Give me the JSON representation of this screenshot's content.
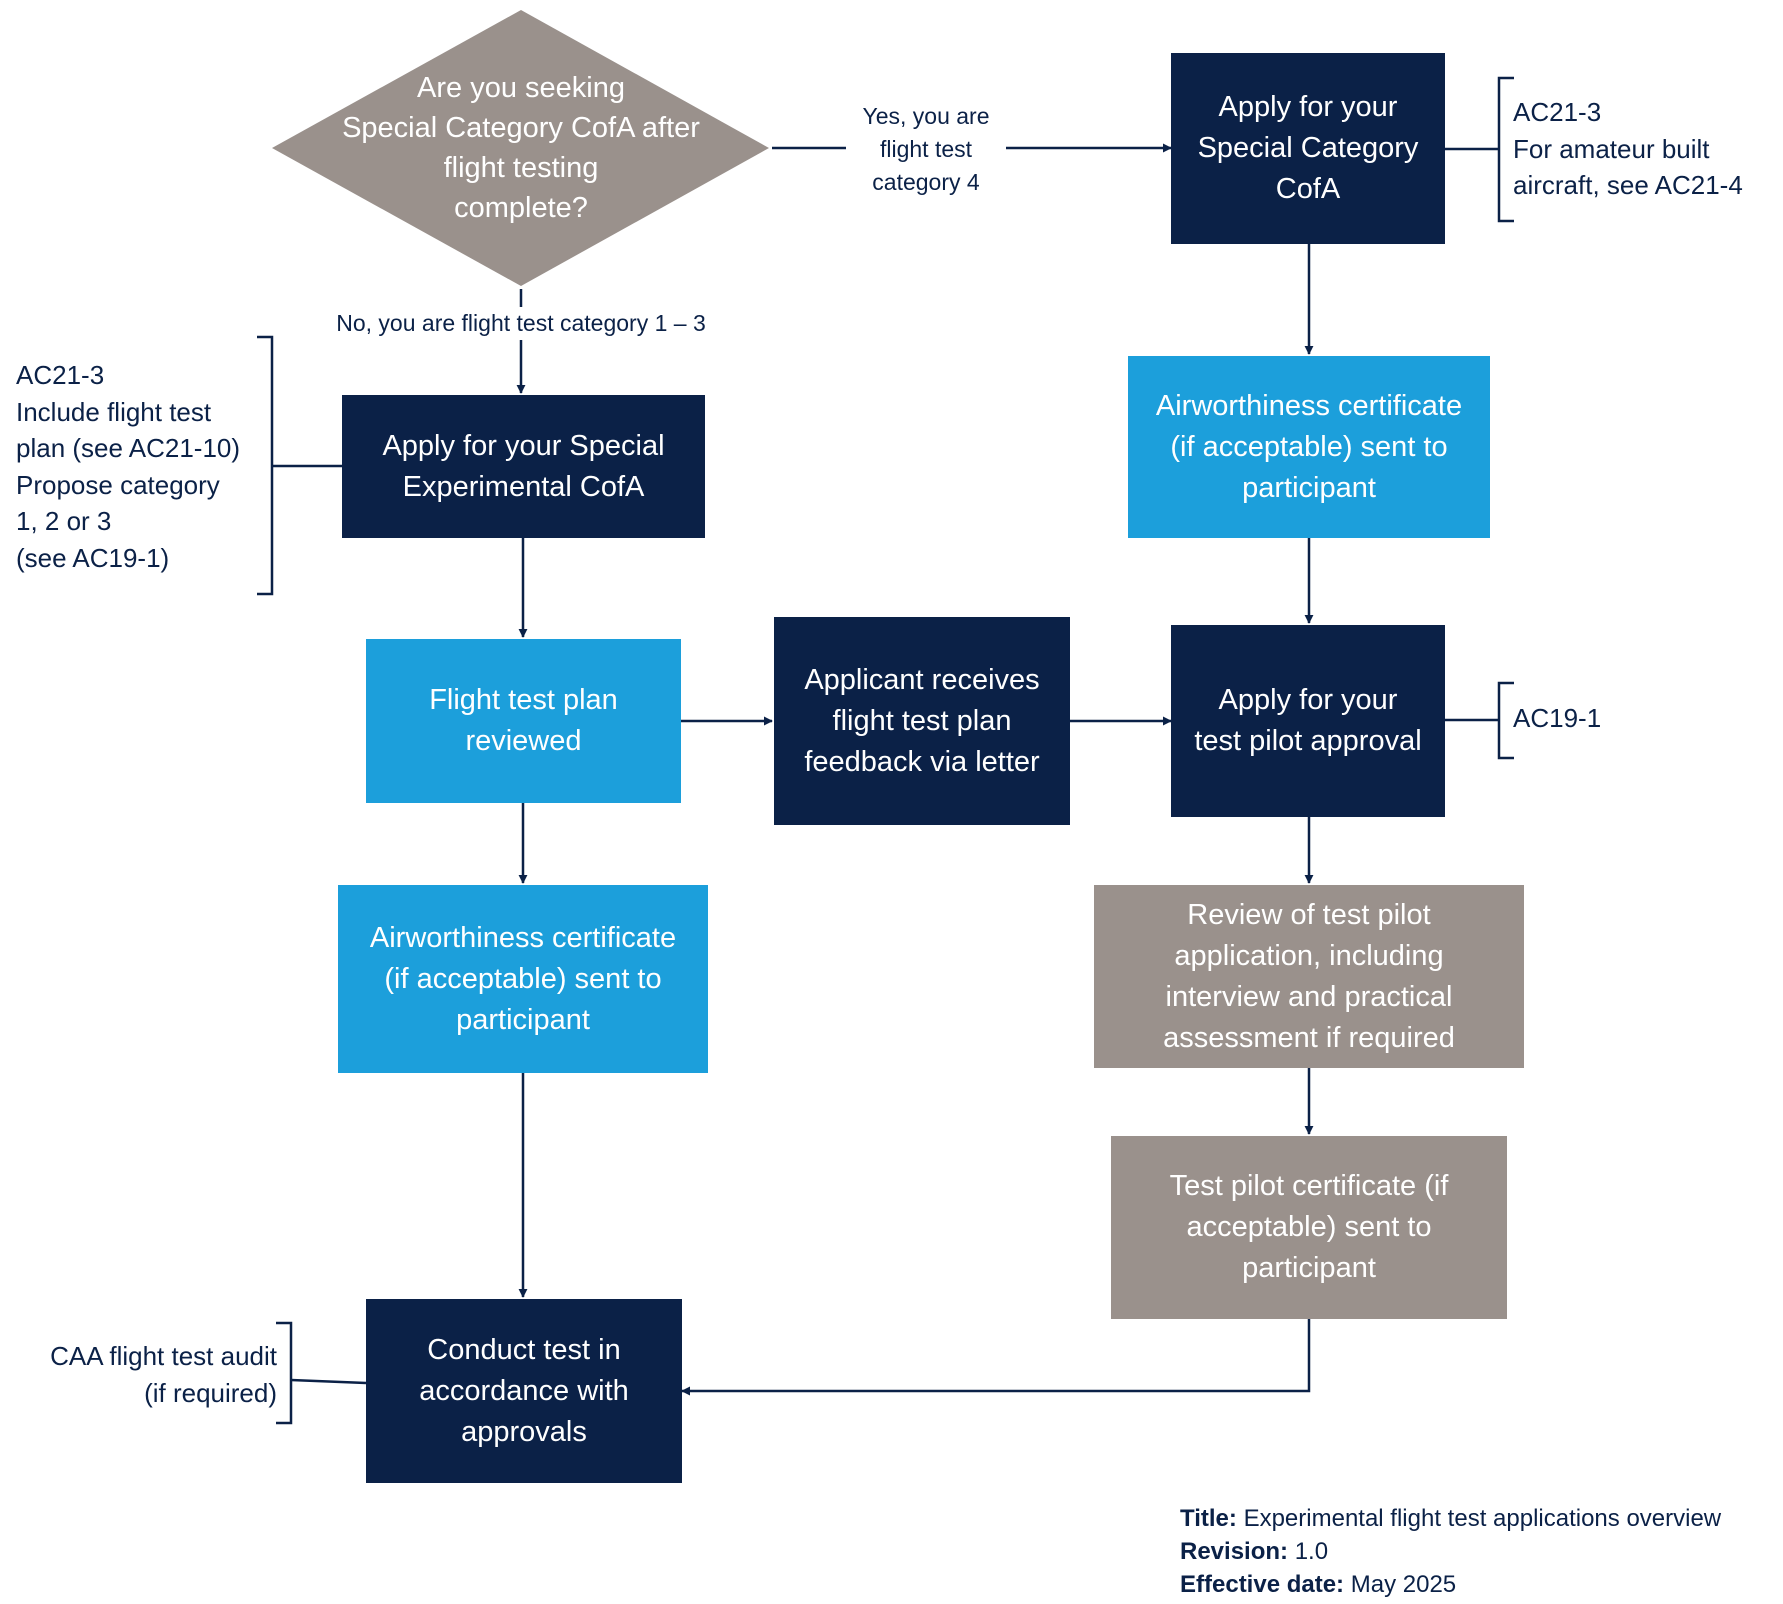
{
  "decision": {
    "text": [
      "Are you seeking",
      "Special Category CofA after",
      "flight testing",
      "complete?"
    ],
    "yes_label": [
      "Yes, you are",
      "flight test",
      "category 4"
    ],
    "no_label": "No, you are flight test category 1 – 3"
  },
  "nodes": {
    "apply_special_category": [
      "Apply for your",
      "Special Category",
      "CofA"
    ],
    "airworthiness_right": [
      "Airworthiness certificate",
      "(if acceptable) sent to",
      "participant"
    ],
    "apply_test_pilot": [
      "Apply for your",
      "test pilot approval"
    ],
    "review_test_pilot": [
      "Review of test pilot",
      "application, including",
      "interview and practical",
      "assessment if required"
    ],
    "test_pilot_certificate": [
      "Test pilot certificate (if",
      "acceptable) sent to",
      "participant"
    ],
    "apply_special_experimental": [
      "Apply for your Special",
      "Experimental CofA"
    ],
    "flight_test_plan_reviewed": [
      "Flight test plan",
      "reviewed"
    ],
    "applicant_feedback": [
      "Applicant receives",
      "flight test plan",
      "feedback via letter"
    ],
    "airworthiness_left": [
      "Airworthiness certificate",
      "(if acceptable) sent to",
      "participant"
    ],
    "conduct_test": [
      "Conduct test in",
      "accordance with",
      "approvals"
    ]
  },
  "notes": {
    "special_category": [
      "AC21-3",
      "For amateur built",
      "aircraft, see AC21-4"
    ],
    "experimental": [
      "AC21-3",
      "Include flight test",
      "plan (see AC21-10)",
      "Propose category",
      "1, 2 or 3",
      "(see AC19-1)"
    ],
    "test_pilot": [
      "AC19-1"
    ],
    "audit": [
      "CAA flight test audit",
      "(if required)"
    ]
  },
  "footer": {
    "title_label": "Title:",
    "title_value": "Experimental flight test applications overview",
    "revision_label": "Revision:",
    "revision_value": "1.0",
    "effective_label": "Effective date:",
    "effective_value": "May 2025"
  },
  "colors": {
    "navy": "#0b2147",
    "blue": "#1c9fdb",
    "grey": "#9a918c",
    "line": "#0b2147"
  }
}
